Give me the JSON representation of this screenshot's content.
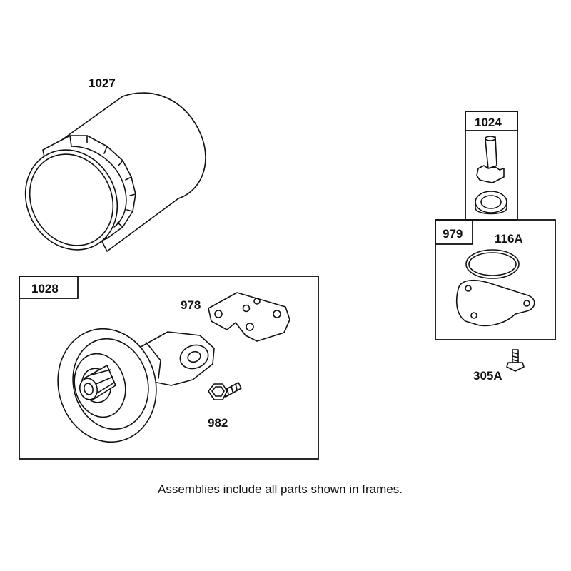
{
  "parts": {
    "p1027": "1027",
    "p1028": "1028",
    "p978": "978",
    "p982": "982",
    "p1024": "1024",
    "p979": "979",
    "p116A": "116A",
    "p305A": "305A"
  },
  "footer": {
    "note": "Assemblies include all parts shown in frames."
  },
  "colors": {
    "ink": "#111111",
    "background": "#ffffff"
  },
  "icons": [
    "oil-filter-icon",
    "oil-filter-adapter-icon",
    "bracket-icon",
    "screw-icon",
    "oil-pump-icon",
    "oil-pump-cover-icon",
    "o-ring-icon",
    "bolt-icon"
  ]
}
